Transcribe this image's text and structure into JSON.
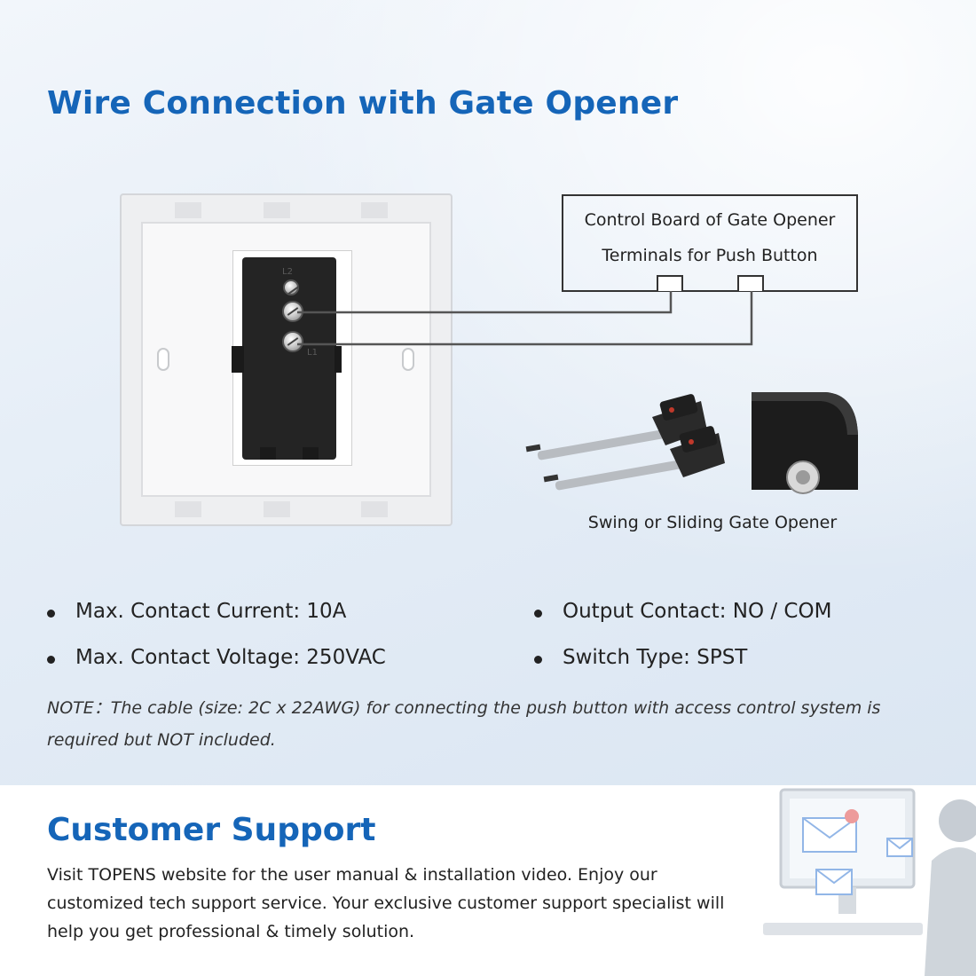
{
  "title": "Wire Connection with Gate Opener",
  "switch": {
    "terminal_top_label": "L2",
    "terminal_bottom_label": "L1"
  },
  "control_board": {
    "line1": "Control Board of Gate Opener",
    "line2": "Terminals for Push Button"
  },
  "gate_opener": {
    "caption": "Swing or Sliding Gate Opener"
  },
  "specs": {
    "left": [
      "Max. Contact Current: 10A",
      "Max. Contact Voltage: 250VAC"
    ],
    "right": [
      "Output Contact: NO / COM",
      "Switch Type: SPST"
    ]
  },
  "note": "NOTE：The cable (size: 2C x 22AWG) for connecting the push button with access control system is required but NOT included.",
  "support": {
    "title": "Customer Support",
    "body": "Visit TOPENS website for the user manual & installation video. Enjoy our customized tech support service. Your exclusive customer support specialist will help you get professional & timely solution."
  },
  "colors": {
    "heading": "#1565b8",
    "text": "#222222",
    "wire": "#555555"
  }
}
